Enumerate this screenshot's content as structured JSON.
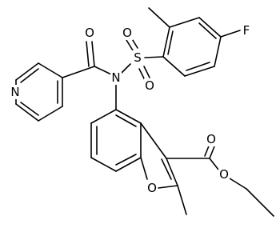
{
  "molecule": {
    "atoms": {
      "F": "F",
      "S": "S",
      "O_sulfonyl_1": "O",
      "O_sulfonyl_2": "O",
      "N_amide": "N",
      "O_carbonyl": "O",
      "N_pyridine": "N",
      "O_furan": "O",
      "O_ester_carbonyl": "O",
      "O_ester": "O"
    }
  }
}
